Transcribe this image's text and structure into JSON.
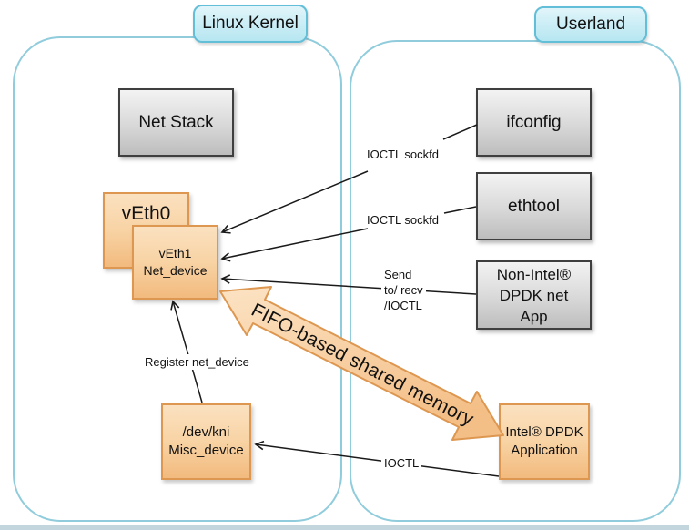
{
  "regions": {
    "kernel": "Linux Kernel",
    "userland": "Userland"
  },
  "nodes": {
    "net_stack": "Net Stack",
    "veth0": "vEth0",
    "veth1": [
      "vEth1",
      "Net_device"
    ],
    "dev_kni": [
      "/dev/kni",
      "Misc_device"
    ],
    "ifconfig": "ifconfig",
    "ethtool": "ethtool",
    "non_intel_app": [
      "Non-Intel®",
      "DPDK net",
      "App"
    ],
    "intel_app": [
      "Intel® DPDK",
      "Application"
    ]
  },
  "edges": {
    "ifconfig_to_veth1": "IOCTL sockfd",
    "ethtool_to_veth1": "IOCTL sockfd",
    "app_to_veth1": [
      "Send",
      "to/ recv",
      "/IOCTL"
    ],
    "kni_to_veth1": "Register net_device",
    "intel_app_to_kni": "IOCTL",
    "fifo": "FIFO-based shared memory"
  },
  "theme": {
    "region_border": "#90ccdc",
    "tag_border": "#63bed7",
    "tag_bg_top": "#e1f5fa",
    "tag_bg_bottom": "#b6e6f1",
    "gray_top": "#f3f3f3",
    "gray_bottom": "#bdbdbd",
    "gray_border": "#3f3f3f",
    "orange_top": "#fbe1c0",
    "orange_bottom": "#f2ba7e",
    "orange_border": "#dd9750",
    "line_color": "#1a1a1a",
    "text_color": "#111111",
    "page_edge": "#c3d5dd"
  }
}
